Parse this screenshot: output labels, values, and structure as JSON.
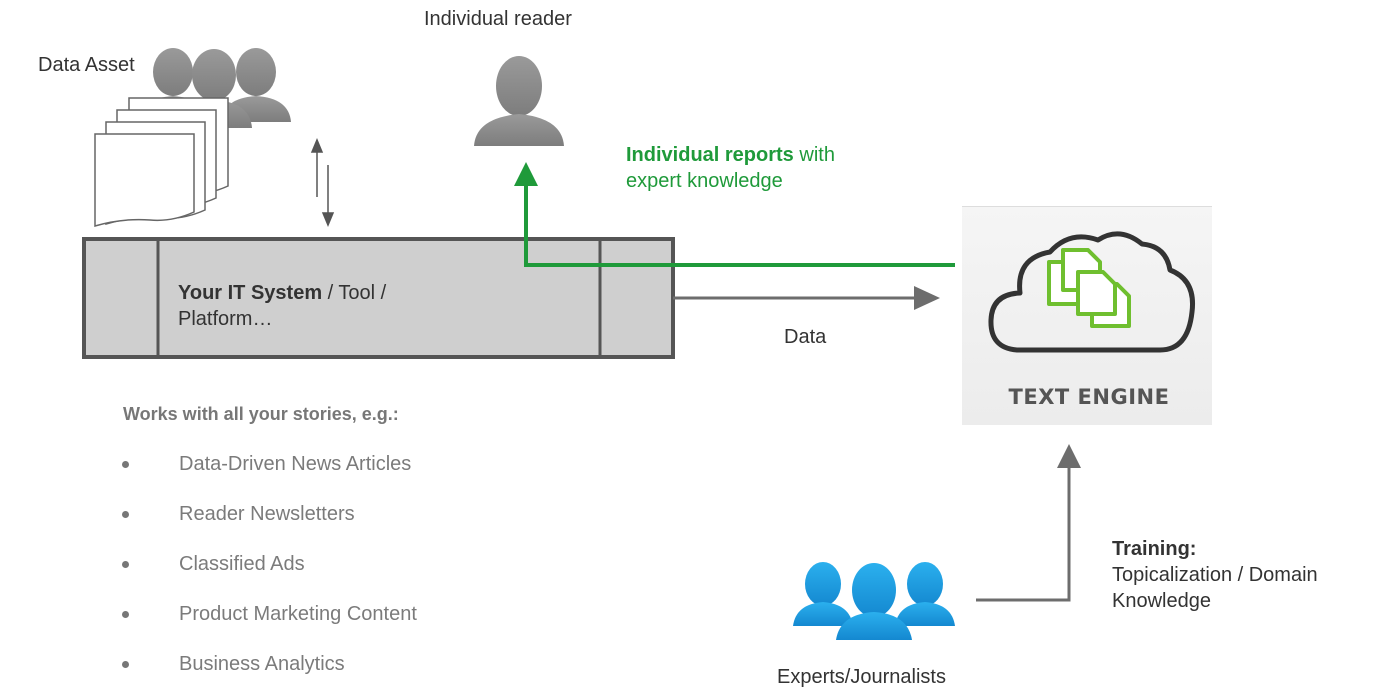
{
  "labels": {
    "individual_reader": "Individual reader",
    "data_asset": "Data Asset",
    "reports_bold": "Individual reports",
    "reports_rest": " with",
    "reports_line2": "expert knowledge",
    "it_bold": "Your IT System",
    "it_rest": " / Tool /",
    "it_line2": "Platform…",
    "data": "Data",
    "text_engine": "TEXT ENGINE",
    "training_bold": "Training:",
    "training_line2": "Topicalization / Domain",
    "training_line3": "Knowledge",
    "experts": "Experts/Journalists"
  },
  "stories": {
    "heading": "Works with all your stories, e.g.:",
    "items": [
      "Data-Driven News Articles",
      "Reader Newsletters",
      "Classified Ads",
      "Product Marketing Content",
      "Business Analytics"
    ]
  },
  "colors": {
    "accent_green": "#1f9a3a",
    "arrow_gray": "#6d6d6d",
    "person_gray": "#8c8c8c",
    "expert_blue": "#1a9ee0"
  },
  "icons": [
    "person-group-icon",
    "documents-icon",
    "person-icon",
    "cloud-documents-icon",
    "expert-group-icon"
  ]
}
